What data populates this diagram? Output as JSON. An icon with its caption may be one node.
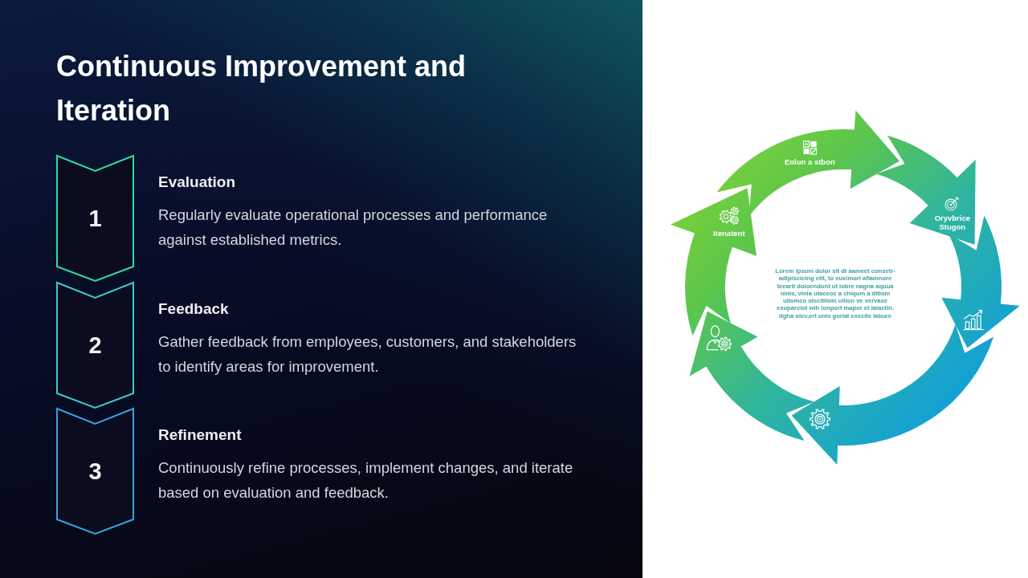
{
  "diagram": {
    "title": "Continuous Improvement and Iteration",
    "nodes": [
      {
        "text": [
          "1"
        ],
        "beside": [
          "Evaluation",
          "Regularly evaluate operational processes and performance against established metrics."
        ]
      },
      {
        "text": [
          "2"
        ],
        "beside": [
          "Feedback",
          "Gather feedback from employees, customers, and stakeholders to identify areas for improvement."
        ]
      },
      {
        "text": [
          "3"
        ],
        "beside": [
          "Refinement",
          "Continuously refine processes, implement changes, and iterate based on evaluation and feedback."
        ]
      },
      {
        "text": [
          "Eolun a stbon"
        ]
      },
      {
        "text": [
          "Oryvbrice Stugon"
        ]
      },
      {
        "text": [],
        "shape": "arrow"
      },
      {
        "text": [],
        "shape": "arrow"
      },
      {
        "text": [],
        "shape": "arrow"
      },
      {
        "text": [
          "Itenatent"
        ]
      }
    ],
    "labels": [
      "Lorem ipsum dolor sit dt aameet consetr- adipiscicing elit, to euximori afiamnore teearit doloendunt ut lobre nagna aquua ninis, vinia utaceoc a chiqum a ditlom uliomco olscitiioin ullion ve vervase exoparciot wih lonport mapor et lalactin. dgha olev,ert unis gorial execits labure"
    ]
  }
}
